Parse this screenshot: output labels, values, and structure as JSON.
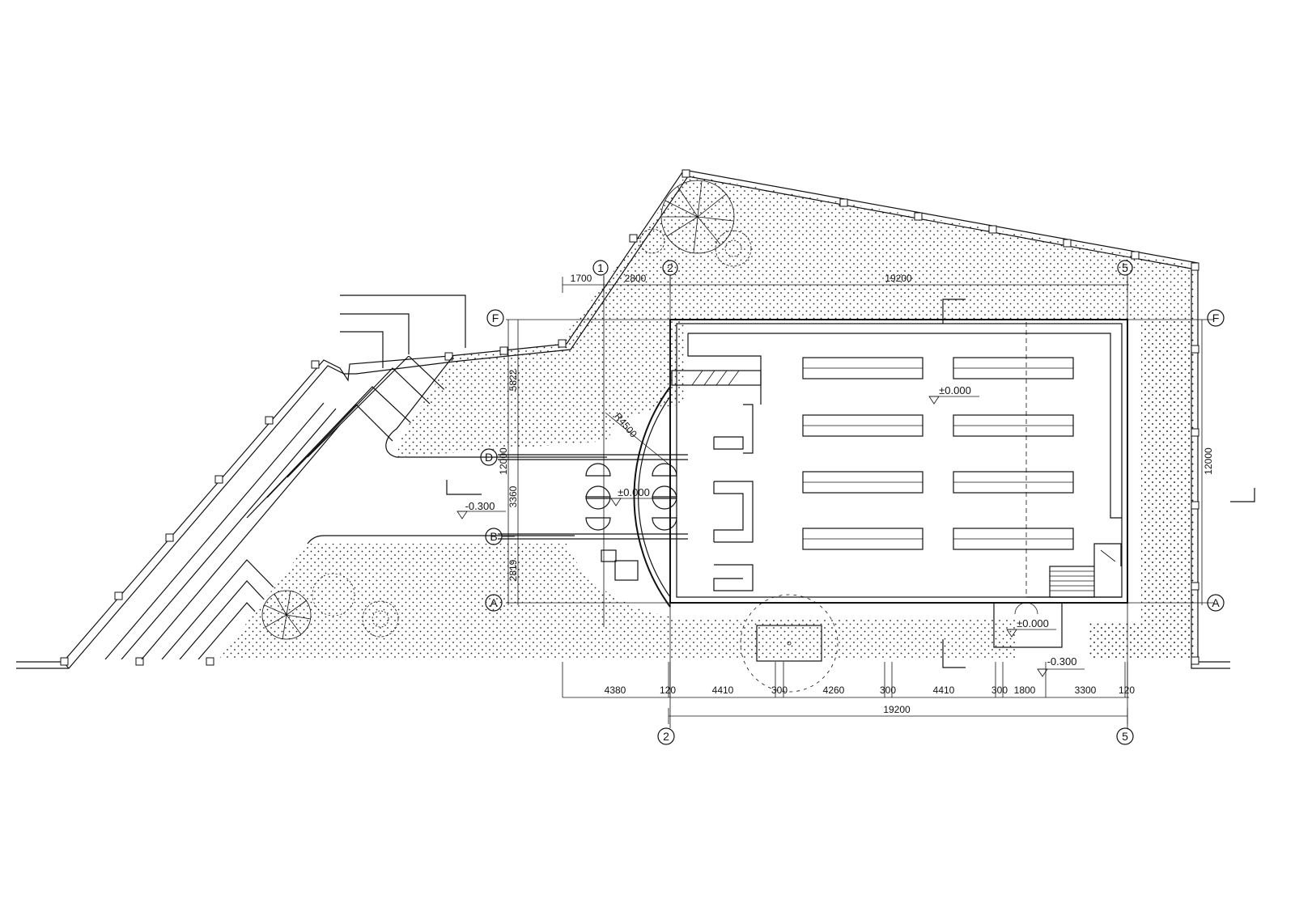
{
  "plan": {
    "grid_labels": {
      "col_1": "1",
      "col_2": "2",
      "col_5": "5",
      "row_F": "F",
      "row_D": "D",
      "row_B": "B",
      "row_A": "A"
    },
    "top_dimensions": [
      "1700",
      "2800",
      "19200"
    ],
    "bottom_dimensions": [
      "4380",
      "120",
      "4410",
      "300",
      "4260",
      "300",
      "4410",
      "300",
      "1800",
      "3300",
      "120"
    ],
    "bottom_total": "19200",
    "left_dimensions": [
      "5822",
      "12000",
      "3360",
      "2819"
    ],
    "right_dimension": "12000",
    "radius_label": "R4500",
    "levels": {
      "interior": "±0.000",
      "vestibule": "±0.000",
      "side_entry": "±0.000",
      "plaza": "-0.300",
      "street": "-0.300"
    }
  }
}
